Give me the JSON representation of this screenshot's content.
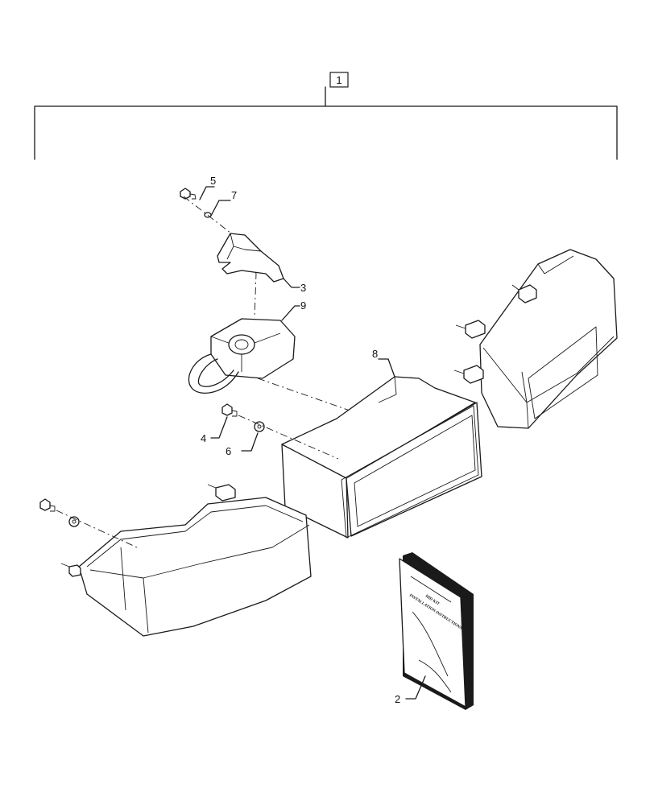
{
  "assembly_label": "1",
  "callouts": {
    "c2": "2",
    "c3": "3",
    "c4": "4",
    "c5": "5",
    "c6": "6",
    "c7": "7",
    "c8": "8",
    "c9": "9"
  },
  "booklet": {
    "line1": "HID KIT",
    "line2": "INSTALLATION INSTRUCTIONS"
  }
}
